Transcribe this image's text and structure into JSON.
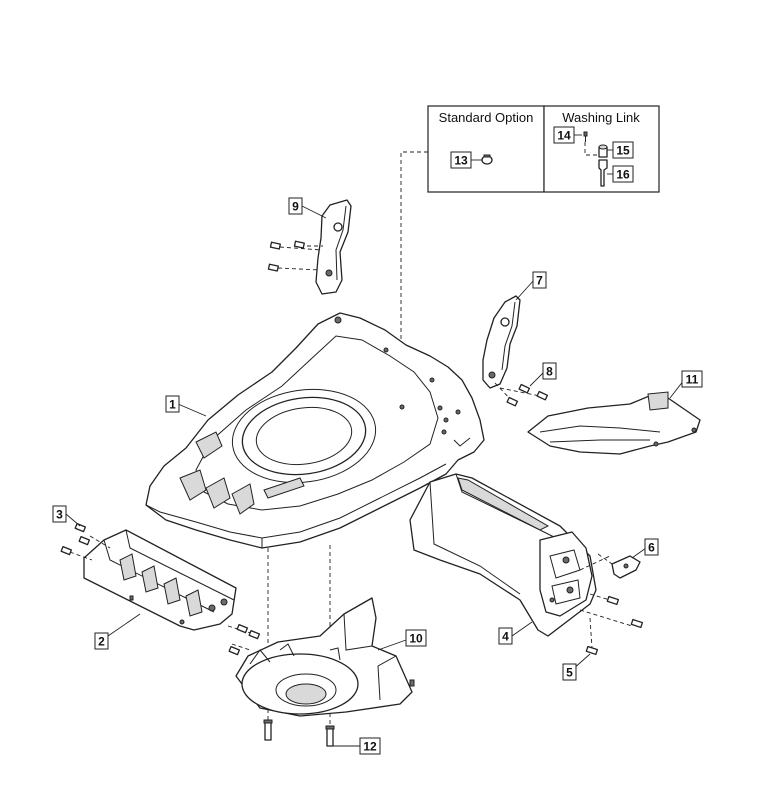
{
  "inset": {
    "standard_option_title": "Standard Option",
    "washing_link_title": "Washing Link"
  },
  "callouts": {
    "c1": "1",
    "c2": "2",
    "c3": "3",
    "c4": "4",
    "c5": "5",
    "c6": "6",
    "c7": "7",
    "c8": "8",
    "c9": "9",
    "c10": "10",
    "c11": "11",
    "c12": "12",
    "c13": "13",
    "c14": "14",
    "c15": "15",
    "c16": "16"
  }
}
